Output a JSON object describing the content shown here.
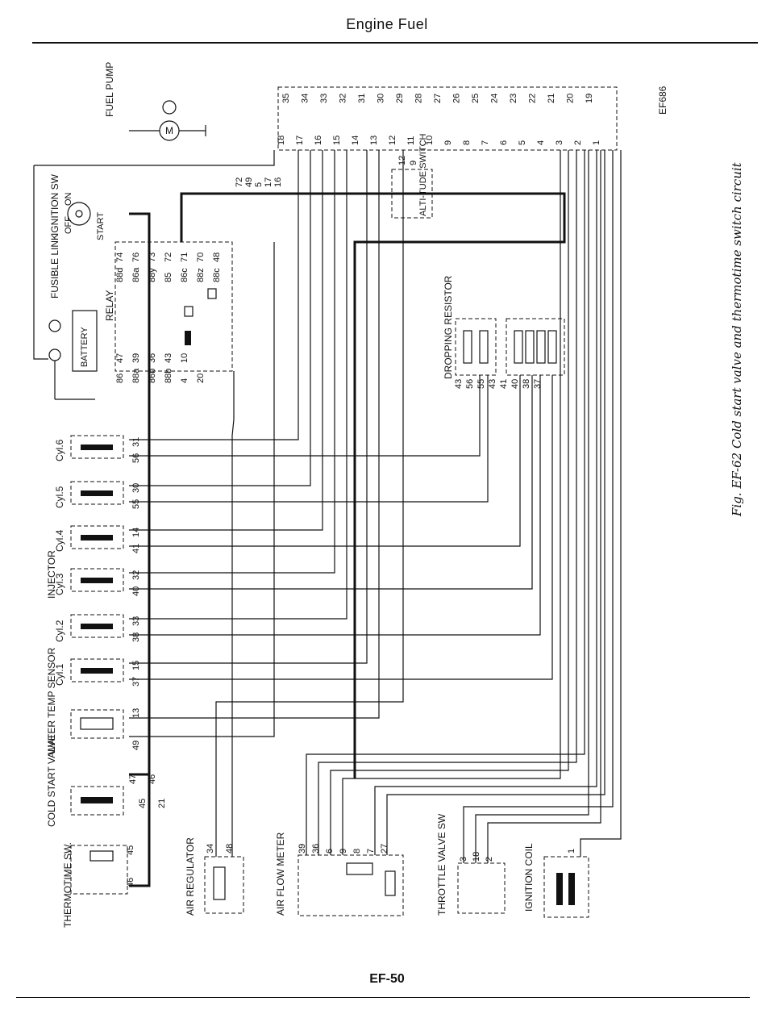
{
  "header": {
    "title": "Engine Fuel"
  },
  "footer": {
    "page": "EF-50"
  },
  "figure": {
    "caption": "Fig. EF-62 Cold start valve and thermotime switch circuit",
    "id": "EF686"
  },
  "components": {
    "fuel_pump": "FUEL PUMP",
    "ignition_sw": "IGNITION SW",
    "sw_on": "ON",
    "sw_off": "OFF",
    "sw_start": "START",
    "fusible_link": "FUSIBLE LINK",
    "battery": "BATTERY",
    "relay": "RELAY",
    "altitude_switch": "ALTI-TUDE SWITCH",
    "dropping_resistor": "DROPPING RESISTOR",
    "injector": "INJECTOR",
    "cyl6": "Cyl.6",
    "cyl5": "Cyl.5",
    "cyl4": "Cyl.4",
    "cyl3": "Cyl.3",
    "cyl2": "Cyl.2",
    "cyl1": "Cyl.1",
    "water_temp": "WATER TEMP SENSOR",
    "cold_start": "COLD START VALVE",
    "thermotime": "THERMOTIME SW.",
    "air_regulator": "AIR REGULATOR",
    "air_flow_meter": "AIR FLOW METER",
    "throttle_valve": "THROTTLE VALVE SW",
    "ignition_coil": "IGNITION COIL"
  },
  "relay_pins": [
    "88d",
    "74",
    "86a",
    "76",
    "88y",
    "73",
    "85",
    "72",
    "86c",
    "71",
    "88z",
    "70",
    "88c",
    "48",
    "86",
    "47",
    "88a",
    "39",
    "86b",
    "36",
    "88b",
    "43",
    "4",
    "10",
    "20"
  ],
  "control_unit_pins_top": [
    "35",
    "34",
    "33",
    "32",
    "31",
    "30",
    "29",
    "28",
    "27",
    "26",
    "25",
    "24",
    "23",
    "22",
    "21",
    "20",
    "19"
  ],
  "control_unit_pins_bottom": [
    "18",
    "17",
    "16",
    "15",
    "14",
    "13",
    "12",
    "11",
    "10",
    "9",
    "8",
    "7",
    "6",
    "5",
    "4",
    "3",
    "2",
    "1"
  ],
  "injector_pins": [
    {
      "a": "31",
      "b": "56"
    },
    {
      "a": "30",
      "b": "55"
    },
    {
      "a": "14",
      "b": "41"
    },
    {
      "a": "32",
      "b": "40"
    },
    {
      "a": "33",
      "b": "38"
    },
    {
      "a": "15",
      "b": "37"
    }
  ],
  "sensor_pins": {
    "water_temp": [
      "13",
      "49"
    ],
    "cold_start": [
      "47",
      "45",
      "46",
      "21"
    ],
    "thermotime": [
      "45",
      "46"
    ],
    "air_regulator": [
      "34",
      "48"
    ],
    "air_flow_meter": [
      "39",
      "36",
      "6",
      "9",
      "8",
      "7",
      "27"
    ],
    "throttle": [
      "3",
      "18",
      "2"
    ],
    "ignition_coil": [
      "1"
    ],
    "dropping_resistor": [
      "43",
      "56",
      "55",
      "43",
      "41",
      "40",
      "38",
      "37"
    ],
    "altitude": [
      "12",
      "9"
    ],
    "misc": [
      "72",
      "49",
      "5",
      "17",
      "16"
    ]
  }
}
